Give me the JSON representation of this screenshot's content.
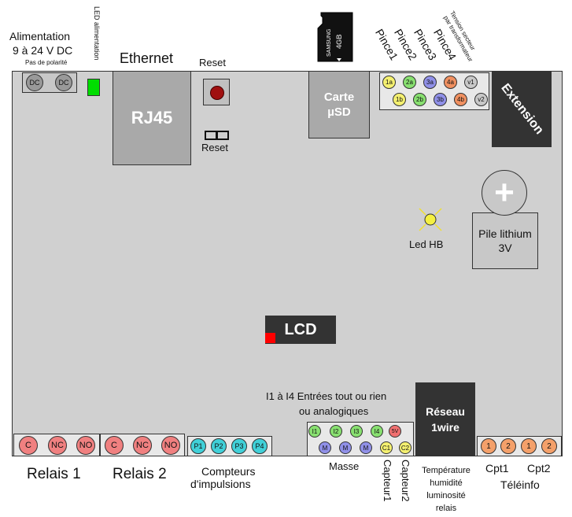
{
  "power": {
    "title_line1": "Alimentation",
    "title_line2": "9 à 24 V DC",
    "polarity": "Pas de polarité",
    "pin1": "DC",
    "pin2": "DC",
    "led_label": "LED alimentation"
  },
  "ethernet": {
    "title": "Ethernet",
    "jack": "RJ45"
  },
  "reset": {
    "top_label": "Reset",
    "bottom_label": "Reset"
  },
  "sd": {
    "card_brand": "SAMSUNG",
    "card_capacity": "4GB",
    "slot_line1": "Carte",
    "slot_line2": "µSD"
  },
  "clamps": {
    "labels": [
      "Pince1",
      "Pince2",
      "Pince3",
      "Pince4"
    ],
    "voltage_line1": "Tension secteur",
    "voltage_line2": "par transformateur",
    "row_top": [
      "1a",
      "2a",
      "3a",
      "4a",
      "v1"
    ],
    "row_bottom": [
      "1b",
      "2b",
      "3b",
      "4b",
      "v2"
    ]
  },
  "extension": "Extension",
  "battery": {
    "line1": "Pile lithium",
    "line2": "3V",
    "sign": "+"
  },
  "led_hb": "Led HB",
  "lcd": "LCD",
  "inputs": {
    "desc_line1": "I1 à I4 Entrées tout ou rien",
    "desc_line2": "ou analogiques",
    "row_top": [
      "I1",
      "I2",
      "I3",
      "I4",
      "5V"
    ],
    "row_bottom": [
      "M",
      "M",
      "M",
      "C1",
      "C2"
    ],
    "ground_label": "Masse",
    "sensor1": "Capteur1",
    "sensor2": "Capteur2"
  },
  "onewire": {
    "line1": "Réseau",
    "line2": "1wire",
    "desc": [
      "Température",
      "humidité",
      "luminosité",
      "relais"
    ]
  },
  "relais1": {
    "pins": [
      "C",
      "NC",
      "NO"
    ],
    "label": "Relais 1"
  },
  "relais2": {
    "pins": [
      "C",
      "NC",
      "NO"
    ],
    "label": "Relais 2"
  },
  "counters": {
    "pins": [
      "P1",
      "P2",
      "P3",
      "P4"
    ],
    "line1": "Compteurs",
    "line2": "d'impulsions"
  },
  "teleinfo": {
    "pins": [
      "1",
      "2",
      "1",
      "2"
    ],
    "cpt1": "Cpt1",
    "cpt2": "Cpt2",
    "label": "Téléinfo"
  },
  "colors": {
    "board": "#d0d0d0",
    "dark": "#333333",
    "relay_pin": "#f08080",
    "counter_pin": "#40d0d8",
    "teleinfo_pin": "#f4a06a",
    "green_pin": "#88e070",
    "blue_pin": "#9090e8",
    "yellow_pin": "#f4f070",
    "orange_pin": "#f09060",
    "gray_pin": "#c8c8c8",
    "lcd_accent": "#ff0000",
    "power_led": "#00dd00"
  }
}
